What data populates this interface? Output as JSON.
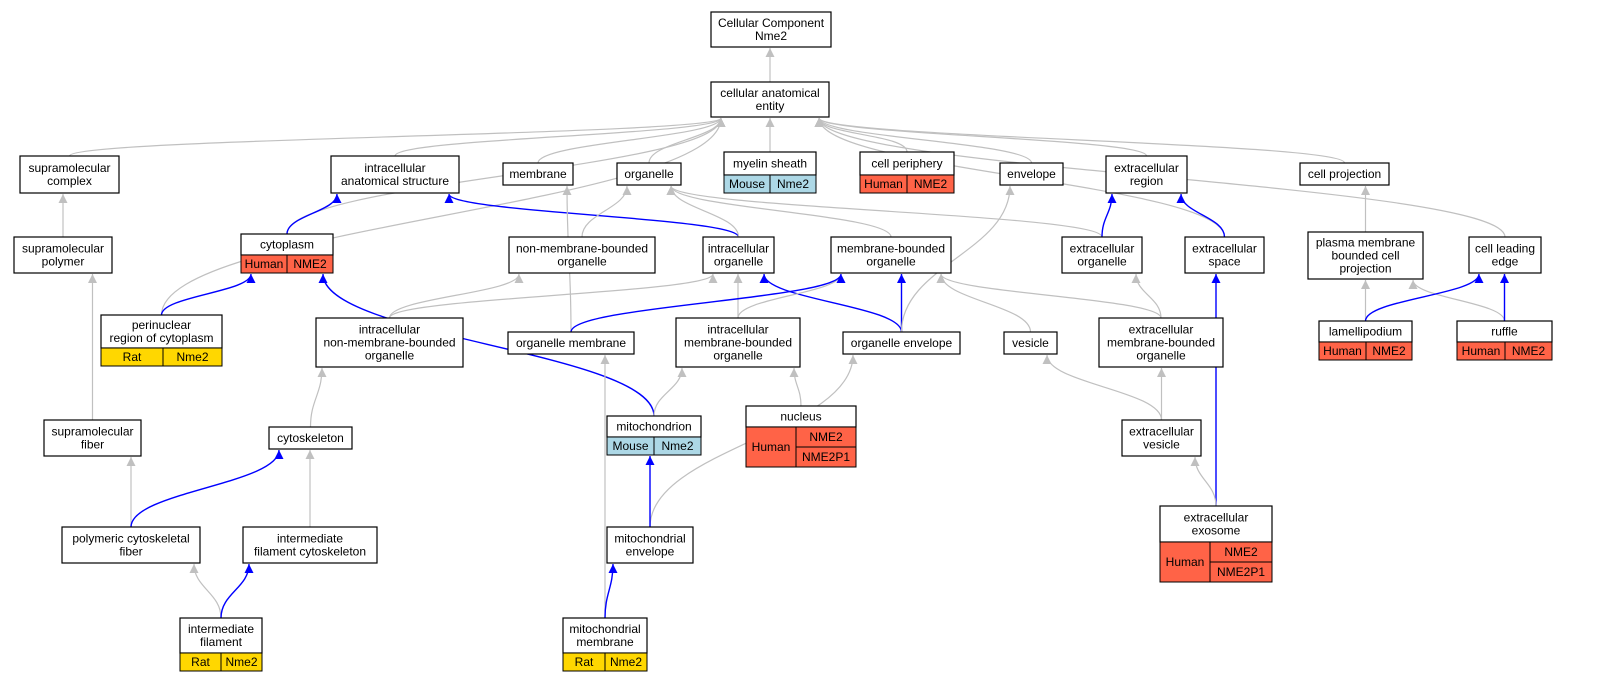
{
  "colors": {
    "human": "#ff6347",
    "mouse": "#add8e6",
    "rat": "#ffd700",
    "edge_is_a": "#c0c0c0",
    "edge_part_of": "#0000ff"
  },
  "nodes": {
    "root": {
      "lines": [
        "Cellular Component",
        "Nme2"
      ]
    },
    "cae": {
      "lines": [
        "cellular anatomical",
        "entity"
      ]
    },
    "supra_complex": {
      "lines": [
        "supramolecular",
        "complex"
      ]
    },
    "intra_struct": {
      "lines": [
        "intracellular",
        "anatomical structure"
      ]
    },
    "membrane": {
      "lines": [
        "membrane"
      ]
    },
    "organelle": {
      "lines": [
        "organelle"
      ]
    },
    "myelin": {
      "lines": [
        "myelin sheath"
      ],
      "annot": [
        {
          "species": "Mouse",
          "genes": [
            "Nme2"
          ]
        }
      ]
    },
    "periphery": {
      "lines": [
        "cell periphery"
      ],
      "annot": [
        {
          "species": "Human",
          "genes": [
            "NME2"
          ]
        }
      ]
    },
    "envelope": {
      "lines": [
        "envelope"
      ]
    },
    "extra_region": {
      "lines": [
        "extracellular",
        "region"
      ]
    },
    "cell_projection": {
      "lines": [
        "cell projection"
      ]
    },
    "supra_polymer": {
      "lines": [
        "supramolecular",
        "polymer"
      ]
    },
    "cytoplasm": {
      "lines": [
        "cytoplasm"
      ],
      "annot": [
        {
          "species": "Human",
          "genes": [
            "NME2"
          ]
        }
      ]
    },
    "nonmem_org": {
      "lines": [
        "non-membrane-bounded",
        "organelle"
      ]
    },
    "intra_org": {
      "lines": [
        "intracellular",
        "organelle"
      ]
    },
    "mem_org": {
      "lines": [
        "membrane-bounded",
        "organelle"
      ]
    },
    "extra_org": {
      "lines": [
        "extracellular",
        "organelle"
      ]
    },
    "extra_space": {
      "lines": [
        "extracellular",
        "space"
      ]
    },
    "pm_projection": {
      "lines": [
        "plasma membrane",
        "bounded cell",
        "projection"
      ]
    },
    "leading_edge": {
      "lines": [
        "cell leading",
        "edge"
      ]
    },
    "perinuclear": {
      "lines": [
        "perinuclear",
        "region of cytoplasm"
      ],
      "annot": [
        {
          "species": "Rat",
          "genes": [
            "Nme2"
          ]
        }
      ]
    },
    "intra_nonmem": {
      "lines": [
        "intracellular",
        "non-membrane-bounded",
        "organelle"
      ]
    },
    "org_membrane": {
      "lines": [
        "organelle membrane"
      ]
    },
    "intra_mem": {
      "lines": [
        "intracellular",
        "membrane-bounded",
        "organelle"
      ]
    },
    "org_envelope": {
      "lines": [
        "organelle envelope"
      ]
    },
    "vesicle": {
      "lines": [
        "vesicle"
      ]
    },
    "extra_mem_org": {
      "lines": [
        "extracellular",
        "membrane-bounded",
        "organelle"
      ]
    },
    "lamellipodium": {
      "lines": [
        "lamellipodium"
      ],
      "annot": [
        {
          "species": "Human",
          "genes": [
            "NME2"
          ]
        }
      ]
    },
    "ruffle": {
      "lines": [
        "ruffle"
      ],
      "annot": [
        {
          "species": "Human",
          "genes": [
            "NME2"
          ]
        }
      ]
    },
    "supra_fiber": {
      "lines": [
        "supramolecular",
        "fiber"
      ]
    },
    "cytoskeleton": {
      "lines": [
        "cytoskeleton"
      ]
    },
    "mitochondrion": {
      "lines": [
        "mitochondrion"
      ],
      "annot": [
        {
          "species": "Mouse",
          "genes": [
            "Nme2"
          ]
        }
      ]
    },
    "nucleus": {
      "lines": [
        "nucleus"
      ],
      "annot": [
        {
          "species": "Human",
          "genes": [
            "NME2",
            "NME2P1"
          ]
        }
      ]
    },
    "extra_vesicle": {
      "lines": [
        "extracellular",
        "vesicle"
      ]
    },
    "poly_fiber": {
      "lines": [
        "polymeric cytoskeletal",
        "fiber"
      ]
    },
    "if_cytoskeleton": {
      "lines": [
        "intermediate",
        "filament cytoskeleton"
      ]
    },
    "mito_envelope": {
      "lines": [
        "mitochondrial",
        "envelope"
      ]
    },
    "exosome": {
      "lines": [
        "extracellular",
        "exosome"
      ],
      "annot": [
        {
          "species": "Human",
          "genes": [
            "NME2",
            "NME2P1"
          ]
        }
      ]
    },
    "int_filament": {
      "lines": [
        "intermediate",
        "filament"
      ],
      "annot": [
        {
          "species": "Rat",
          "genes": [
            "Nme2"
          ]
        }
      ]
    },
    "mito_membrane": {
      "lines": [
        "mitochondrial",
        "membrane"
      ],
      "annot": [
        {
          "species": "Rat",
          "genes": [
            "Nme2"
          ]
        }
      ]
    }
  },
  "edges": [
    {
      "from": "cae",
      "to": "root",
      "type": "is_a"
    },
    {
      "from": "supra_complex",
      "to": "cae",
      "type": "is_a"
    },
    {
      "from": "intra_struct",
      "to": "cae",
      "type": "is_a"
    },
    {
      "from": "membrane",
      "to": "cae",
      "type": "is_a"
    },
    {
      "from": "organelle",
      "to": "cae",
      "type": "is_a"
    },
    {
      "from": "myelin",
      "to": "cae",
      "type": "is_a"
    },
    {
      "from": "periphery",
      "to": "cae",
      "type": "is_a"
    },
    {
      "from": "envelope",
      "to": "cae",
      "type": "is_a"
    },
    {
      "from": "extra_region",
      "to": "cae",
      "type": "is_a"
    },
    {
      "from": "cell_projection",
      "to": "cae",
      "type": "is_a"
    },
    {
      "from": "leading_edge",
      "to": "cae",
      "type": "is_a"
    },
    {
      "from": "cytoplasm",
      "to": "cae",
      "type": "is_a"
    },
    {
      "from": "perinuclear",
      "to": "cae",
      "type": "is_a"
    },
    {
      "from": "extra_space",
      "to": "cae",
      "type": "is_a"
    },
    {
      "from": "supra_polymer",
      "to": "supra_complex",
      "type": "is_a"
    },
    {
      "from": "supra_fiber",
      "to": "supra_polymer",
      "type": "is_a"
    },
    {
      "from": "poly_fiber",
      "to": "supra_fiber",
      "type": "is_a"
    },
    {
      "from": "int_filament",
      "to": "poly_fiber",
      "type": "is_a"
    },
    {
      "from": "cytoplasm",
      "to": "intra_struct",
      "type": "part_of"
    },
    {
      "from": "intra_org",
      "to": "intra_struct",
      "type": "part_of"
    },
    {
      "from": "perinuclear",
      "to": "cytoplasm",
      "type": "part_of"
    },
    {
      "from": "mitochondrion",
      "to": "cytoplasm",
      "type": "part_of"
    },
    {
      "from": "nonmem_org",
      "to": "organelle",
      "type": "is_a"
    },
    {
      "from": "intra_org",
      "to": "organelle",
      "type": "is_a"
    },
    {
      "from": "mem_org",
      "to": "organelle",
      "type": "is_a"
    },
    {
      "from": "extra_org",
      "to": "organelle",
      "type": "is_a"
    },
    {
      "from": "org_membrane",
      "to": "membrane",
      "type": "is_a"
    },
    {
      "from": "intra_nonmem",
      "to": "nonmem_org",
      "type": "is_a"
    },
    {
      "from": "intra_nonmem",
      "to": "intra_org",
      "type": "is_a"
    },
    {
      "from": "intra_mem",
      "to": "intra_org",
      "type": "is_a"
    },
    {
      "from": "org_envelope",
      "to": "intra_org",
      "type": "part_of"
    },
    {
      "from": "intra_mem",
      "to": "mem_org",
      "type": "is_a"
    },
    {
      "from": "org_membrane",
      "to": "mem_org",
      "type": "part_of"
    },
    {
      "from": "org_envelope",
      "to": "mem_org",
      "type": "part_of"
    },
    {
      "from": "vesicle",
      "to": "mem_org",
      "type": "is_a"
    },
    {
      "from": "extra_mem_org",
      "to": "mem_org",
      "type": "is_a"
    },
    {
      "from": "org_envelope",
      "to": "envelope",
      "type": "is_a"
    },
    {
      "from": "extra_org",
      "to": "extra_region",
      "type": "part_of"
    },
    {
      "from": "extra_space",
      "to": "extra_region",
      "type": "part_of"
    },
    {
      "from": "extra_mem_org",
      "to": "extra_org",
      "type": "is_a"
    },
    {
      "from": "exosome",
      "to": "extra_space",
      "type": "part_of"
    },
    {
      "from": "pm_projection",
      "to": "cell_projection",
      "type": "is_a"
    },
    {
      "from": "lamellipodium",
      "to": "pm_projection",
      "type": "is_a"
    },
    {
      "from": "ruffle",
      "to": "pm_projection",
      "type": "is_a"
    },
    {
      "from": "lamellipodium",
      "to": "leading_edge",
      "type": "part_of"
    },
    {
      "from": "ruffle",
      "to": "leading_edge",
      "type": "part_of"
    },
    {
      "from": "cytoskeleton",
      "to": "intra_nonmem",
      "type": "is_a"
    },
    {
      "from": "mitochondrion",
      "to": "intra_mem",
      "type": "is_a"
    },
    {
      "from": "nucleus",
      "to": "intra_mem",
      "type": "is_a"
    },
    {
      "from": "mito_membrane",
      "to": "org_membrane",
      "type": "is_a"
    },
    {
      "from": "mito_envelope",
      "to": "org_envelope",
      "type": "is_a"
    },
    {
      "from": "extra_vesicle",
      "to": "vesicle",
      "type": "is_a"
    },
    {
      "from": "extra_vesicle",
      "to": "extra_mem_org",
      "type": "is_a"
    },
    {
      "from": "exosome",
      "to": "extra_vesicle",
      "type": "is_a"
    },
    {
      "from": "poly_fiber",
      "to": "cytoskeleton",
      "type": "part_of"
    },
    {
      "from": "if_cytoskeleton",
      "to": "cytoskeleton",
      "type": "is_a"
    },
    {
      "from": "int_filament",
      "to": "if_cytoskeleton",
      "type": "part_of"
    },
    {
      "from": "mito_envelope",
      "to": "mitochondrion",
      "type": "part_of"
    },
    {
      "from": "mito_membrane",
      "to": "mito_envelope",
      "type": "part_of"
    }
  ]
}
